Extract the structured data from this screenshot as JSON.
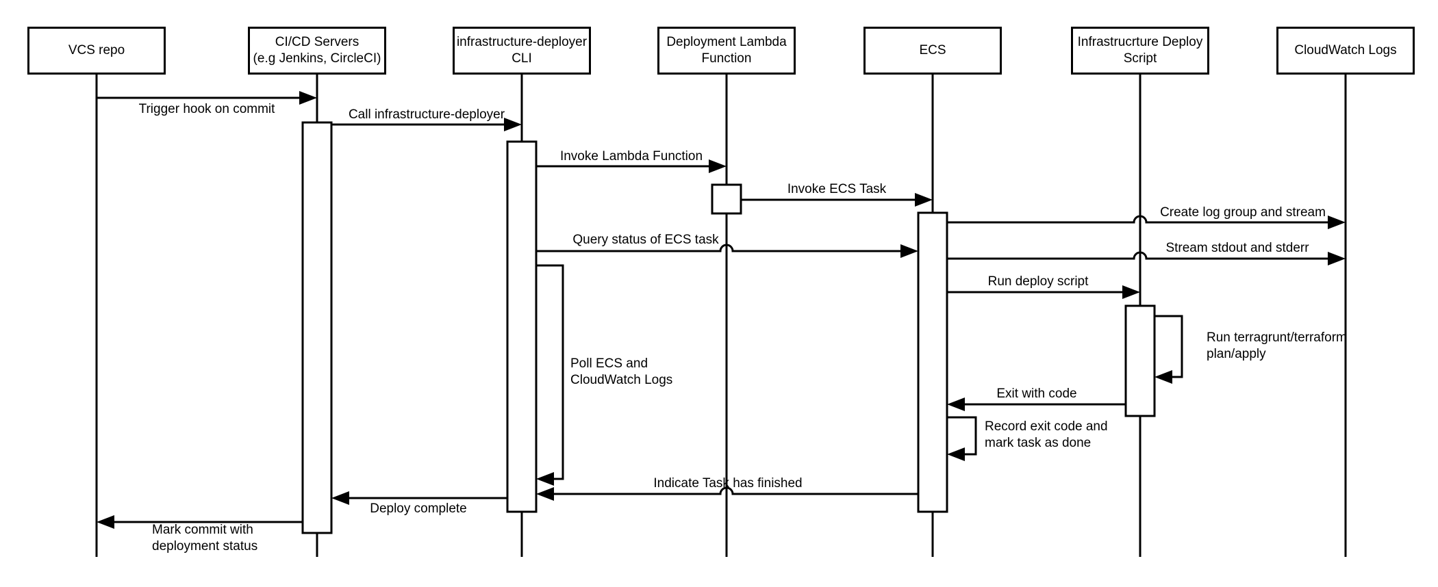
{
  "diagram": {
    "type": "uml-sequence",
    "colors": {
      "background": "#ffffff",
      "stroke": "#000000",
      "text": "#000000"
    }
  },
  "participants": [
    {
      "label": "VCS repo"
    },
    {
      "label": "CI/CD Servers\n(e.g Jenkins, CircleCI)"
    },
    {
      "label": "infrastructure-deployer\nCLI"
    },
    {
      "label": "Deployment Lambda\nFunction"
    },
    {
      "label": "ECS"
    },
    {
      "label": "Infrastrucrture Deploy\nScript"
    },
    {
      "label": "CloudWatch Logs"
    }
  ],
  "messages": [
    {
      "label": "Trigger hook on commit",
      "from": "VCS repo",
      "to": "CI/CD Servers (e.g Jenkins, CircleCI)",
      "direction": "right"
    },
    {
      "label": "Call infrastructure-deployer",
      "from": "CI/CD Servers (e.g Jenkins, CircleCI)",
      "to": "infrastructure-deployer CLI",
      "direction": "right"
    },
    {
      "label": "Invoke Lambda Function",
      "from": "infrastructure-deployer CLI",
      "to": "Deployment Lambda Function",
      "direction": "right"
    },
    {
      "label": "Invoke ECS Task",
      "from": "Deployment Lambda Function",
      "to": "ECS",
      "direction": "right"
    },
    {
      "label": "Create log group and stream",
      "from": "ECS",
      "to": "CloudWatch Logs",
      "direction": "right"
    },
    {
      "label": "Query status of ECS task",
      "from": "infrastructure-deployer CLI",
      "to": "ECS",
      "direction": "right"
    },
    {
      "label": "Stream stdout and stderr",
      "from": "ECS",
      "to": "CloudWatch Logs",
      "direction": "right"
    },
    {
      "label": "Run deploy script",
      "from": "ECS",
      "to": "Infrastrucrture Deploy Script",
      "direction": "right"
    },
    {
      "label": "Run terragrunt/terraform\nplan/apply",
      "from": "Infrastrucrture Deploy Script",
      "to": "Infrastrucrture Deploy Script",
      "direction": "self"
    },
    {
      "label": "Exit with code",
      "from": "Infrastrucrture Deploy Script",
      "to": "ECS",
      "direction": "left"
    },
    {
      "label": "Record exit code and\nmark task as done",
      "from": "ECS",
      "to": "ECS",
      "direction": "self"
    },
    {
      "label": "Poll ECS and\nCloudWatch Logs",
      "from": "infrastructure-deployer CLI",
      "to": "infrastructure-deployer CLI",
      "direction": "self"
    },
    {
      "label": "Indicate Task has finished",
      "from": "ECS",
      "to": "infrastructure-deployer CLI",
      "direction": "left"
    },
    {
      "label": "Deploy complete",
      "from": "infrastructure-deployer CLI",
      "to": "CI/CD Servers (e.g Jenkins, CircleCI)",
      "direction": "left"
    },
    {
      "label": "Mark commit with\ndeployment status",
      "from": "CI/CD Servers (e.g Jenkins, CircleCI)",
      "to": "VCS repo",
      "direction": "left"
    }
  ]
}
